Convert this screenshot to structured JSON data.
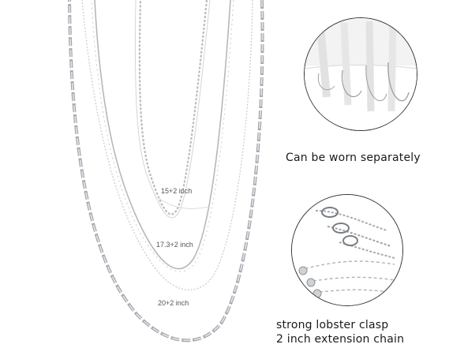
{
  "product": {
    "lengths": [
      "15+2 inch",
      "17.3+2 inch",
      "20+2 inch"
    ]
  },
  "callouts": {
    "worn_separately": "Can be worn separately",
    "clasp_line1": "strong lobster clasp",
    "clasp_line2": "2 inch extension chain"
  },
  "colors": {
    "chain_silver": "#c9ccd0",
    "chain_dark": "#9a9ea4",
    "caption_text": "#1a1a1a",
    "inset_border": "#333333"
  },
  "icons": {
    "necklace_inset": "necklaces-on-stand-photo",
    "clasp_inset": "lobster-clasp-closeup-photo"
  }
}
